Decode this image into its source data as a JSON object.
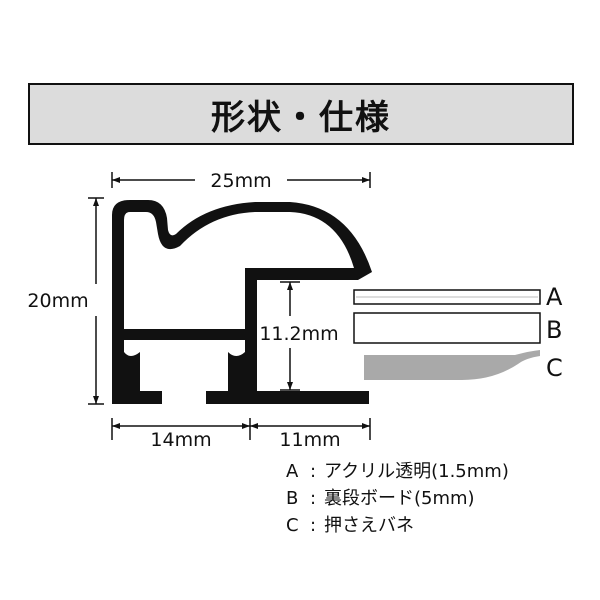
{
  "title": "形状・仕様",
  "dimensions": {
    "width_top": "25mm",
    "height_left": "20mm",
    "inner_depth": "11.2mm",
    "bottom_left": "14mm",
    "bottom_right": "11mm"
  },
  "layers": {
    "a": "A",
    "b": "B",
    "c": "C"
  },
  "legend": [
    {
      "key": "A",
      "sep": ":",
      "text": "アクリル透明(1.5mm)"
    },
    {
      "key": "B",
      "sep": ":",
      "text": "裏段ボード(5mm)"
    },
    {
      "key": "C",
      "sep": ":",
      "text": "押さえバネ"
    }
  ],
  "colors": {
    "frame": "#111111",
    "title_bg": "#dcdcdc",
    "spring": "#a9a9a9"
  }
}
